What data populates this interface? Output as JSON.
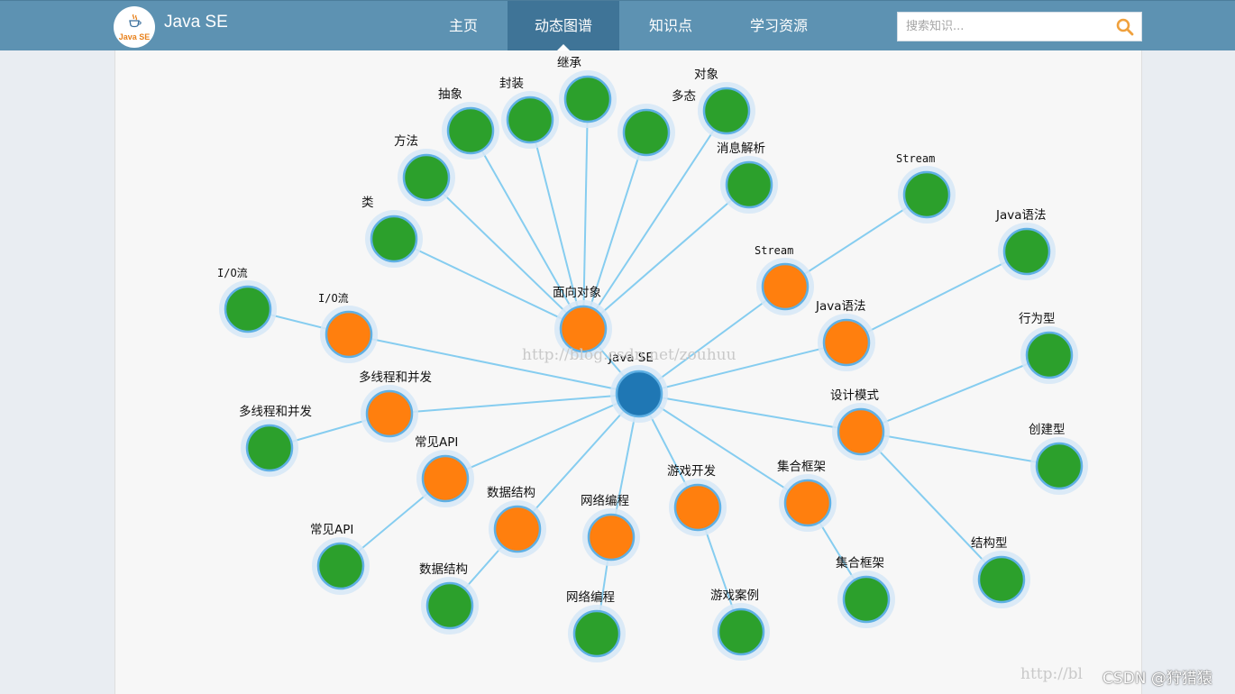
{
  "header": {
    "logo_text": "Java SE",
    "brand": "Java SE",
    "nav": [
      "主页",
      "动态图谱",
      "知识点",
      "学习资源"
    ],
    "active_nav": "动态图谱",
    "search": {
      "placeholder": "搜索知识...",
      "value": ""
    }
  },
  "graph": {
    "colors": {
      "root": "#1f77b4",
      "category": "#ff7f0e",
      "leaf": "#2ca02c",
      "link": "#86cdf0",
      "halo": "#d6e8f7"
    },
    "root": "Java SE",
    "nodes": [
      {
        "id": "java-se",
        "label": "Java SE",
        "type": "root"
      },
      {
        "id": "oop",
        "label": "面向对象",
        "type": "category",
        "parent": "java-se"
      },
      {
        "id": "io",
        "label": "I/O流",
        "type": "category",
        "parent": "java-se"
      },
      {
        "id": "thread",
        "label": "多线程和并发",
        "type": "category",
        "parent": "java-se"
      },
      {
        "id": "api",
        "label": "常见API",
        "type": "category",
        "parent": "java-se"
      },
      {
        "id": "ds",
        "label": "数据结构",
        "type": "category",
        "parent": "java-se"
      },
      {
        "id": "net",
        "label": "网络编程",
        "type": "category",
        "parent": "java-se"
      },
      {
        "id": "game",
        "label": "游戏开发",
        "type": "category",
        "parent": "java-se"
      },
      {
        "id": "coll",
        "label": "集合框架",
        "type": "category",
        "parent": "java-se"
      },
      {
        "id": "pattern",
        "label": "设计模式",
        "type": "category",
        "parent": "java-se"
      },
      {
        "id": "syntax",
        "label": "Java语法",
        "type": "category",
        "parent": "java-se"
      },
      {
        "id": "stream",
        "label": "Stream",
        "type": "category",
        "parent": "java-se"
      },
      {
        "id": "oop-class",
        "label": "类",
        "type": "leaf",
        "parent": "oop"
      },
      {
        "id": "oop-method",
        "label": "方法",
        "type": "leaf",
        "parent": "oop"
      },
      {
        "id": "oop-abstract",
        "label": "抽象",
        "type": "leaf",
        "parent": "oop"
      },
      {
        "id": "oop-encap",
        "label": "封装",
        "type": "leaf",
        "parent": "oop"
      },
      {
        "id": "oop-inherit",
        "label": "继承",
        "type": "leaf",
        "parent": "oop"
      },
      {
        "id": "oop-poly",
        "label": "多态",
        "type": "leaf",
        "parent": "oop"
      },
      {
        "id": "oop-object",
        "label": "对象",
        "type": "leaf",
        "parent": "oop"
      },
      {
        "id": "oop-msg",
        "label": "消息解析",
        "type": "leaf",
        "parent": "oop"
      },
      {
        "id": "io-leaf",
        "label": "I/O流",
        "type": "leaf",
        "parent": "io"
      },
      {
        "id": "thread-leaf",
        "label": "多线程和并发",
        "type": "leaf",
        "parent": "thread"
      },
      {
        "id": "api-leaf",
        "label": "常见API",
        "type": "leaf",
        "parent": "api"
      },
      {
        "id": "ds-leaf",
        "label": "数据结构",
        "type": "leaf",
        "parent": "ds"
      },
      {
        "id": "net-leaf",
        "label": "网络编程",
        "type": "leaf",
        "parent": "net"
      },
      {
        "id": "game-leaf",
        "label": "游戏案例",
        "type": "leaf",
        "parent": "game"
      },
      {
        "id": "coll-leaf",
        "label": "集合框架",
        "type": "leaf",
        "parent": "coll"
      },
      {
        "id": "pattern-struct",
        "label": "结构型",
        "type": "leaf",
        "parent": "pattern"
      },
      {
        "id": "pattern-create",
        "label": "创建型",
        "type": "leaf",
        "parent": "pattern"
      },
      {
        "id": "pattern-behave",
        "label": "行为型",
        "type": "leaf",
        "parent": "pattern"
      },
      {
        "id": "syntax-leaf",
        "label": "Java语法",
        "type": "leaf",
        "parent": "syntax"
      },
      {
        "id": "stream-leaf",
        "label": "Stream",
        "type": "leaf",
        "parent": "stream"
      }
    ]
  },
  "watermarks": [
    "http://blog.csdn.net/zouhuu",
    "http://bl"
  ],
  "credit": "CSDN @狩猎猿"
}
